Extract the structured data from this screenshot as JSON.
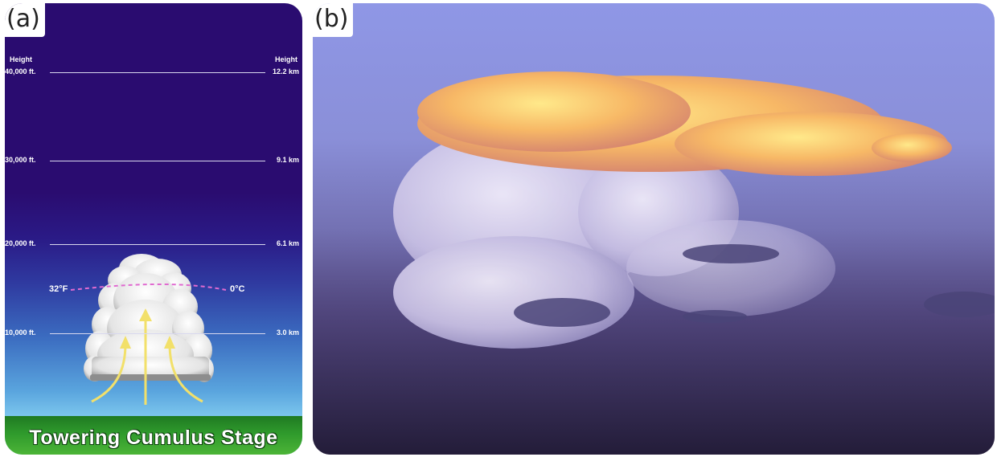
{
  "panel_a": {
    "label": "(a)",
    "height_header_left": "Height",
    "height_header_right": "Height",
    "levels": [
      {
        "ft": "40,000 ft.",
        "km": "12.2 km"
      },
      {
        "ft": "30,000 ft.",
        "km": "9.1 km"
      },
      {
        "ft": "20,000 ft.",
        "km": "6.1 km"
      },
      {
        "ft": "10,000 ft.",
        "km": "3.0 km"
      }
    ],
    "freezing_left": "32°F",
    "freezing_right": "0°C",
    "stage_title": "Towering Cumulus Stage",
    "colors": {
      "sky_top": "#2a0c70",
      "sky_bottom": "#84cdee",
      "ground": "#2f9a2c",
      "freezing_line": "#e06ad0",
      "updraft_arrow": "#f2e06a"
    }
  },
  "panel_b": {
    "label": "(b)",
    "colors": {
      "sky": "#8f97e6",
      "anvil": "#f6b86a",
      "cloud": "#d8d2ee"
    }
  }
}
